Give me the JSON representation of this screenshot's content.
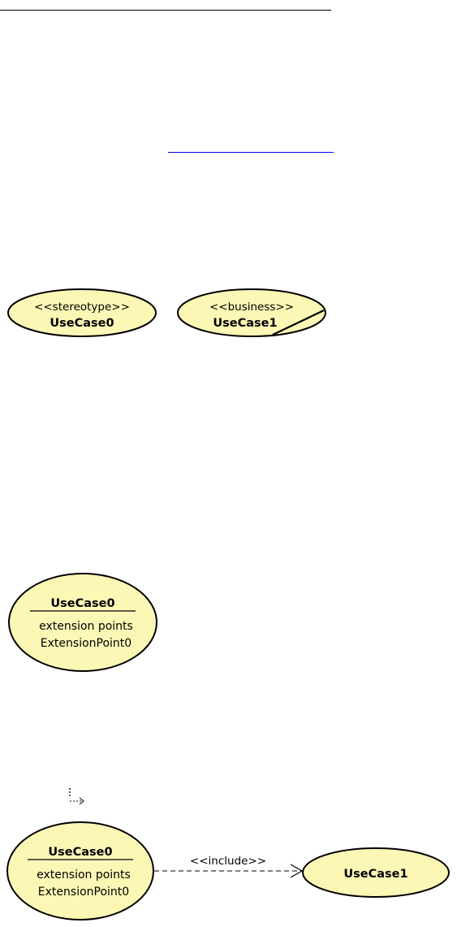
{
  "colors": {
    "usecase_fill": "#fdf7b6",
    "usecase_stroke": "#000000",
    "text": "#000000",
    "link": "#0000ee",
    "icon": "#555555"
  },
  "figure1": {
    "usecase0": {
      "stereotype": "<<stereotype>>",
      "name": "UseCase0"
    },
    "usecase1": {
      "stereotype": "<<business>>",
      "name": "UseCase1"
    }
  },
  "figure2": {
    "usecase": {
      "name": "UseCase0",
      "compartment_title": "extension points",
      "extension_point": "ExtensionPoint0"
    }
  },
  "figure3": {
    "usecase0": {
      "name": "UseCase0",
      "compartment_title": "extension points",
      "extension_point": "ExtensionPoint0"
    },
    "relationship_label": "<<include>>",
    "usecase1": {
      "name": "UseCase1"
    },
    "toolbar_icon": "include-dependency-icon"
  }
}
